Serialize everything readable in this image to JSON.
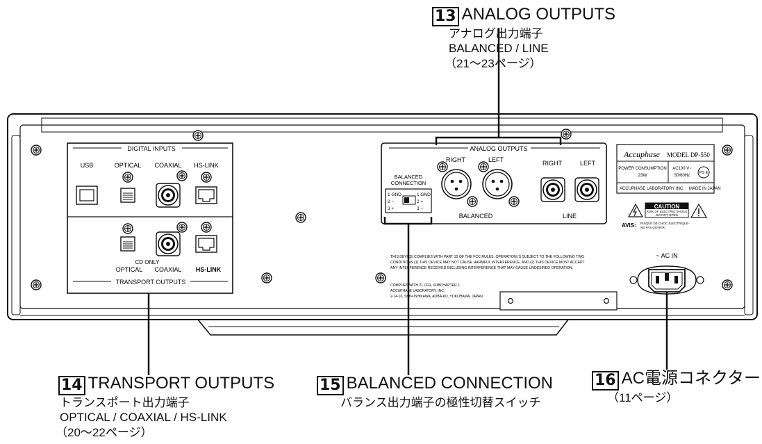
{
  "panel_labels": {
    "digital_inputs": "DIGITAL INPUTS",
    "usb": "USB",
    "optical": "OPTICAL",
    "coaxial": "COAXIAL",
    "hs_link": "HS-LINK",
    "cd_only": "CD ONLY",
    "transport_outputs": "TRANSPORT OUTPUTS",
    "analog_outputs": "ANALOG OUTPUTS",
    "right": "RIGHT",
    "left": "LEFT",
    "balanced": "BALANCED",
    "line": "LINE",
    "balanced_connection_1": "BALANCED",
    "balanced_connection_2": "CONNECTION",
    "pin_left_1": "1 GND",
    "pin_left_2": "2 −",
    "pin_left_3": "3 +",
    "pin_right_1": "1 GND",
    "pin_right_2": "2 +",
    "pin_right_3": "3 −",
    "brand": "Accuphase",
    "model": "MODEL DP-550",
    "power_consumption": "POWER CONSUMPTION",
    "power_value": "23W",
    "ac_rating_1": "AC100 V~",
    "ac_rating_2": "50/60Hz",
    "pse": "PS E",
    "maker": "ACCUPHASE LABORATORY INC.",
    "made_in": "MADE IN JAPAN",
    "caution": "CAUTION",
    "caution_sub_1": "RISK OF ELECTRIC SHOCK",
    "caution_sub_2": "DO NOT OPEN",
    "avis": "AVIS:",
    "avis_sub_1": "RISQUE DE CHOC ELECTRIQUE-",
    "avis_sub_2": "NE PAS OUVRIR.",
    "fcc_1": "THIS DEVICE COMPLIES WITH PART 15 OF THE FCC RULES. OPERATION IS SUBJECT TO THE FOLLOWING TWO",
    "fcc_2": "CONDITIONS (1) THIS DEVICE MAY NOT CAUSE HARMFUL INTERFERENCE, AND (2) THIS DEVICE MUST ACCEPT",
    "fcc_3": "ANY INTERFERENCE RECEIVED INCLUDING INTERFERENCE THAT MAY CAUSE UNDESIRED OPERATION.",
    "comp_1": "COMPLIES WITH 21 CFR, SUBCHAPTER J.",
    "comp_2": "ACCUPHASE LABORATORY, INC.",
    "comp_3": "2-14-10, SHIN-ISHIKAWA, AOBA-KU, YOKOHAMA, JAPAN",
    "ac_in": "~ AC IN"
  },
  "callouts": {
    "c13": {
      "num": "13",
      "title": "ANALOG OUTPUTS",
      "lines": [
        "アナログ出力端子",
        "BALANCED / LINE",
        "（21～23ページ）"
      ]
    },
    "c14": {
      "num": "14",
      "title": "TRANSPORT OUTPUTS",
      "lines": [
        "トランスポート出力端子",
        "OPTICAL / COAXIAL / HS-LINK",
        "（20～22ページ）"
      ]
    },
    "c15": {
      "num": "15",
      "title": "BALANCED CONNECTION",
      "lines": [
        "バランス出力端子の極性切替スイッチ"
      ]
    },
    "c16": {
      "num": "16",
      "title": "AC電源コネクター",
      "lines": [
        "（11ページ）"
      ]
    }
  }
}
